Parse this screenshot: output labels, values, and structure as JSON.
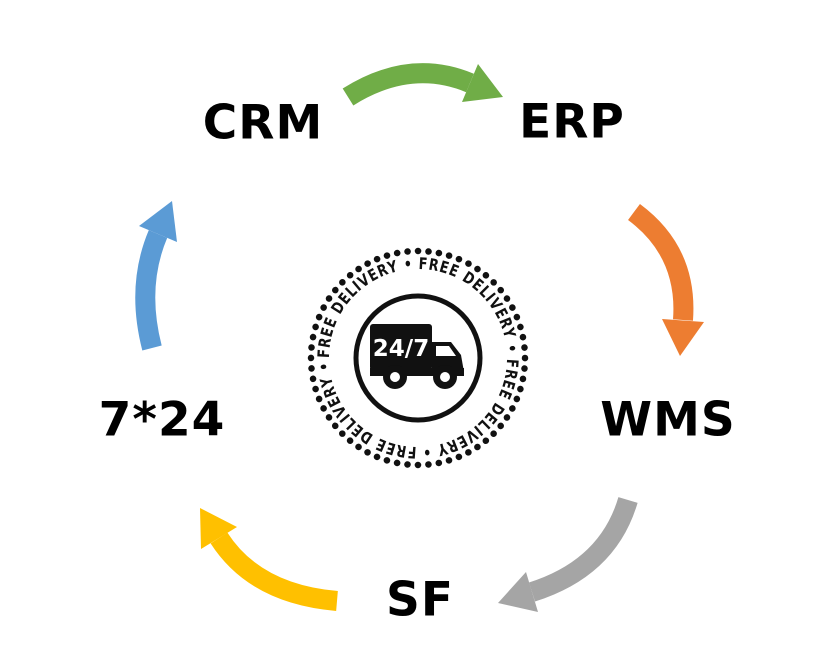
{
  "diagram": {
    "nodes": {
      "crm": "CRM",
      "erp": "ERP",
      "wms": "WMS",
      "sf": "SF",
      "support": "7*24"
    },
    "arrow_colors": {
      "crm_to_erp": "#70AD47",
      "erp_to_wms": "#ED7D31",
      "wms_to_sf": "#A5A5A5",
      "sf_to_support": "#FFC000",
      "support_to_crm": "#5B9BD5"
    },
    "badge": {
      "ring_text": "FREE DELIVERY • FREE DELIVERY • FREE DELIVERY • FREE DELIVERY •",
      "truck_label": "24/7",
      "ink": "#111111",
      "paper": "#FFFFFF"
    }
  }
}
